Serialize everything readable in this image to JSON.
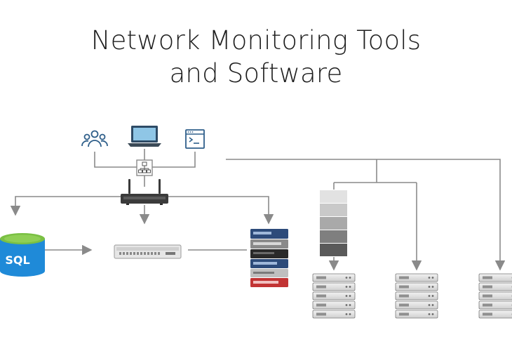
{
  "title": {
    "line1": "Network Monitoring Tools",
    "line2": "and Software"
  },
  "database": {
    "label": "SQL"
  },
  "colors": {
    "line": "#8a8a8a",
    "icon_blue": "#2f5f8a",
    "db_blue": "#1f8ad8",
    "db_green": "#7ac043",
    "router": "#3b3b3b",
    "server_grey": "#d9d9d9"
  },
  "icons": {
    "users": "users-icon",
    "laptop": "laptop-icon",
    "terminal": "terminal-icon",
    "hub": "hierarchy-icon",
    "router": "router-icon",
    "switch": "switch-icon",
    "appliance_stack": "rack-appliance-icon",
    "storage_stack": "storage-stack-icon",
    "server": "server-icon"
  }
}
